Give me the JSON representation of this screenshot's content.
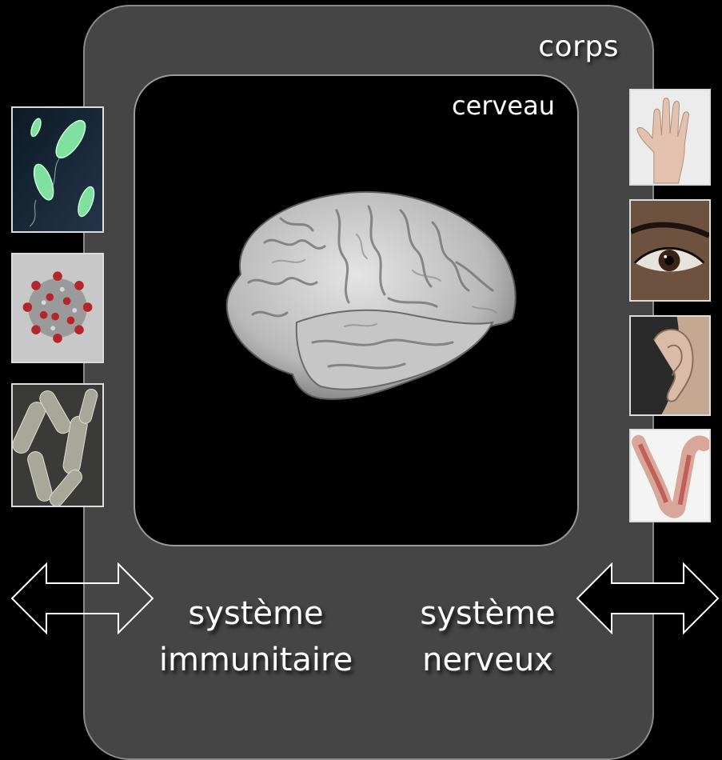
{
  "labels": {
    "corps": "corps",
    "cerveau": "cerveau",
    "immune_line1": "système",
    "immune_line2": "immunitaire",
    "nervous_line1": "système",
    "nervous_line2": "nerveux"
  },
  "left_images": [
    "bacteria-image",
    "virus-image",
    "bacilli-image"
  ],
  "right_images": [
    "hand-image",
    "eye-image",
    "ear-image",
    "arm-muscle-image"
  ],
  "colors": {
    "background": "#000000",
    "corps_fill": "#454545",
    "cerveau_fill": "#000000",
    "border": "#9a9a9a"
  }
}
